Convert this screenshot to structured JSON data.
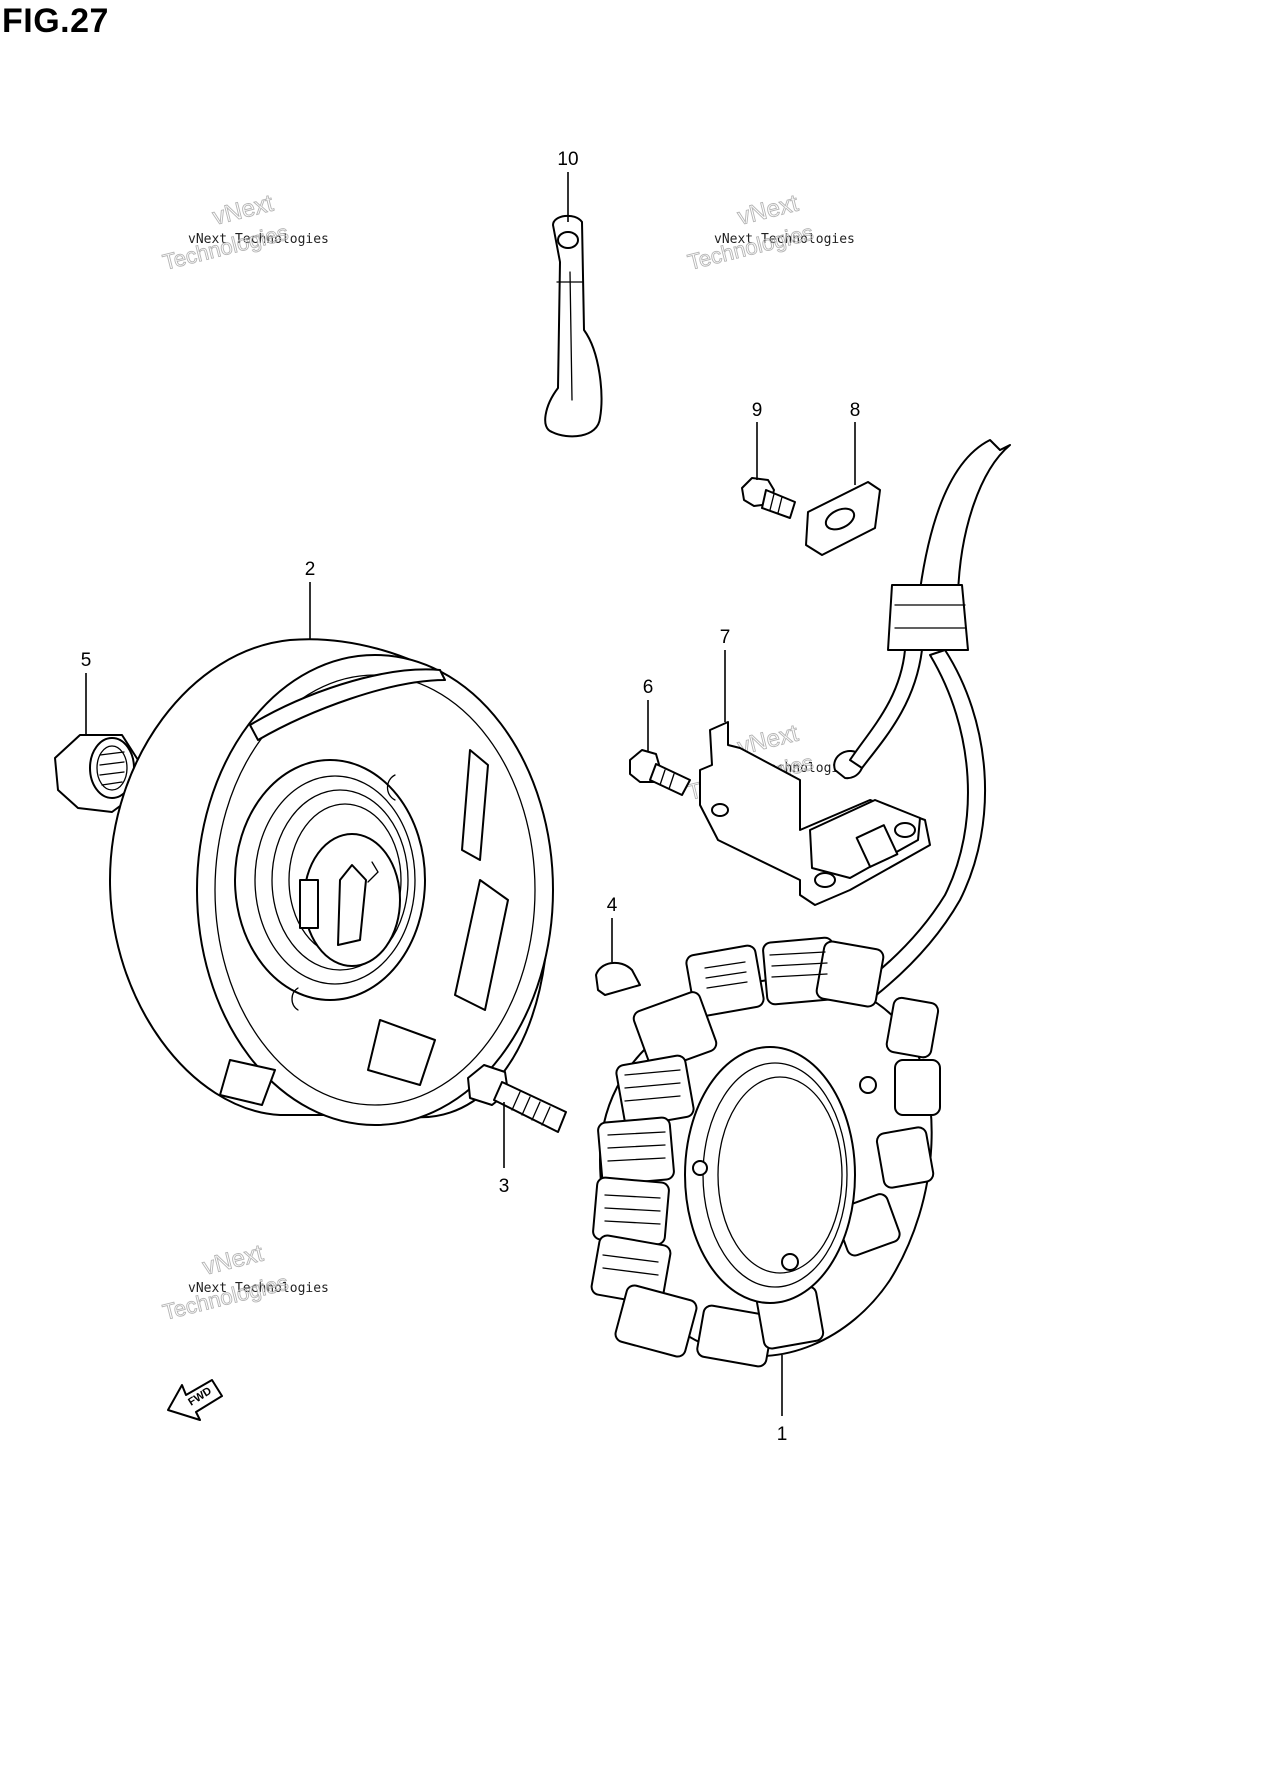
{
  "figure": {
    "title": "FIG.27"
  },
  "callouts": [
    {
      "id": "1",
      "label": "1"
    },
    {
      "id": "2",
      "label": "2"
    },
    {
      "id": "3",
      "label": "3"
    },
    {
      "id": "4",
      "label": "4"
    },
    {
      "id": "5",
      "label": "5"
    },
    {
      "id": "6",
      "label": "6"
    },
    {
      "id": "7",
      "label": "7"
    },
    {
      "id": "8",
      "label": "8"
    },
    {
      "id": "9",
      "label": "9"
    },
    {
      "id": "10",
      "label": "10"
    }
  ],
  "watermark": {
    "line_small": "vNext Technologies",
    "line_top": "vNext",
    "line_bottom": "Technologies"
  },
  "direction_marker": {
    "label": "FWD"
  }
}
